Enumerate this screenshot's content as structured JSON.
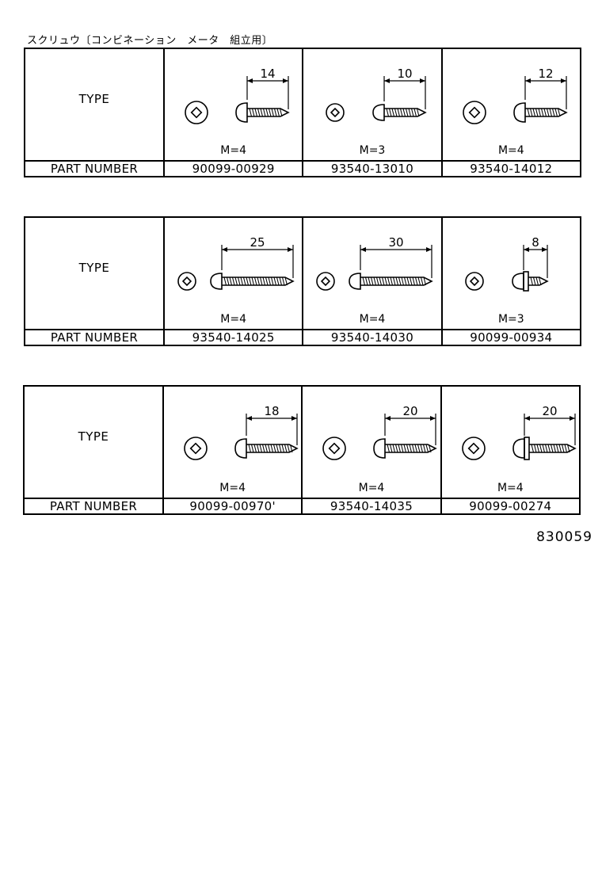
{
  "title": "スクリュウ〔コンビネーション　メータ　組立用〕",
  "type_label": "TYPE",
  "part_number_label": "PART NUMBER",
  "footer_code": "830059",
  "tables": [
    {
      "parts": [
        {
          "length": "14",
          "m": "M=4",
          "part_number": "90099-00929",
          "style": "short",
          "head": "cross"
        },
        {
          "length": "10",
          "m": "M=3",
          "part_number": "93540-13010",
          "style": "short",
          "head": "small"
        },
        {
          "length": "12",
          "m": "M=4",
          "part_number": "93540-14012",
          "style": "short",
          "head": "cross"
        }
      ]
    },
    {
      "parts": [
        {
          "length": "25",
          "m": "M=4",
          "part_number": "93540-14025",
          "style": "long",
          "head": "small"
        },
        {
          "length": "30",
          "m": "M=4",
          "part_number": "93540-14030",
          "style": "long",
          "head": "small"
        },
        {
          "length": "8",
          "m": "M=3",
          "part_number": "90099-00934",
          "style": "washer",
          "head": "small"
        }
      ]
    },
    {
      "parts": [
        {
          "length": "18",
          "m": "M=4",
          "part_number": "90099-00970'",
          "style": "flat",
          "head": "cross"
        },
        {
          "length": "20",
          "m": "M=4",
          "part_number": "93540-14035",
          "style": "flat",
          "head": "cross"
        },
        {
          "length": "20",
          "m": "M=4",
          "part_number": "90099-00274",
          "style": "washerlong",
          "head": "cross"
        }
      ]
    }
  ]
}
